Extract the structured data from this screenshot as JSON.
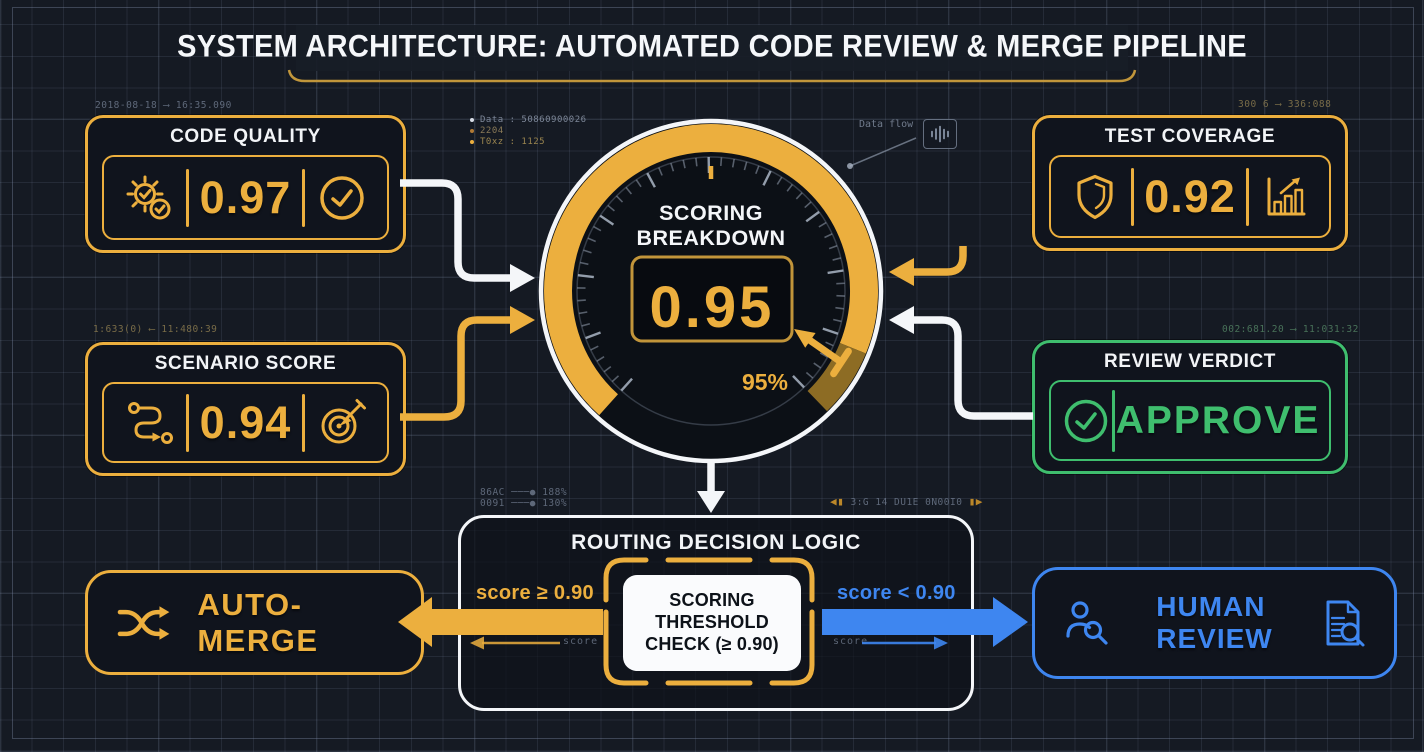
{
  "title": "SYSTEM ARCHITECTURE: AUTOMATED CODE REVIEW & MERGE PIPELINE",
  "gauge": {
    "heading_line1": "SCORING",
    "heading_line2": "BREAKDOWN",
    "value": "0.95",
    "percent_label": "95%"
  },
  "metrics": {
    "code_quality": {
      "title": "CODE QUALITY",
      "value": "0.97"
    },
    "scenario_score": {
      "title": "SCENARIO SCORE",
      "value": "0.94"
    },
    "test_coverage": {
      "title": "TEST COVERAGE",
      "value": "0.92"
    },
    "review_verdict": {
      "title": "REVIEW VERDICT",
      "verdict": "APPROVE"
    }
  },
  "routing": {
    "title": "ROUTING DECISION LOGIC",
    "threshold_lines": [
      "SCORING",
      "THRESHOLD",
      "CHECK (≥ 0.90)"
    ],
    "left_condition": "score ≥ 0.90",
    "right_condition": "score < 0.90",
    "left_flow_label": "score",
    "right_flow_label": "score"
  },
  "outputs": {
    "auto_merge_label": "AUTO-MERGE",
    "human_review_line1": "HUMAN",
    "human_review_line2": "REVIEW"
  },
  "annotations": {
    "code_quality_top": "2018-08-18 ⟶ 16:35.090",
    "scenario_top": "1:633(0) ⟵ 11:480:39",
    "coverage_top": "300 6 ⟶ 336:088",
    "verdict_top": "002:681.20 ⟶ 11:031:32",
    "gauge_notes": [
      {
        "text": "Data : 50860900026"
      },
      {
        "text": "2204"
      },
      {
        "text": "T0xz : 1125"
      }
    ],
    "data_flow_label": "Data flow",
    "routing_left_row1": "86AC ───● 188%",
    "routing_left_row2": "0091 ───● 130%",
    "routing_right_prefix": "◀▮",
    "routing_right_text": " 3:G 14 DU1E 0N00I0 ",
    "routing_right_suffix": "▮▶"
  },
  "colors": {
    "gold": "#ECAF3E",
    "bronze": "#8D6C24",
    "green": "#3FBE6E",
    "blue": "#3E86F0",
    "white": "#F2F4F7"
  }
}
